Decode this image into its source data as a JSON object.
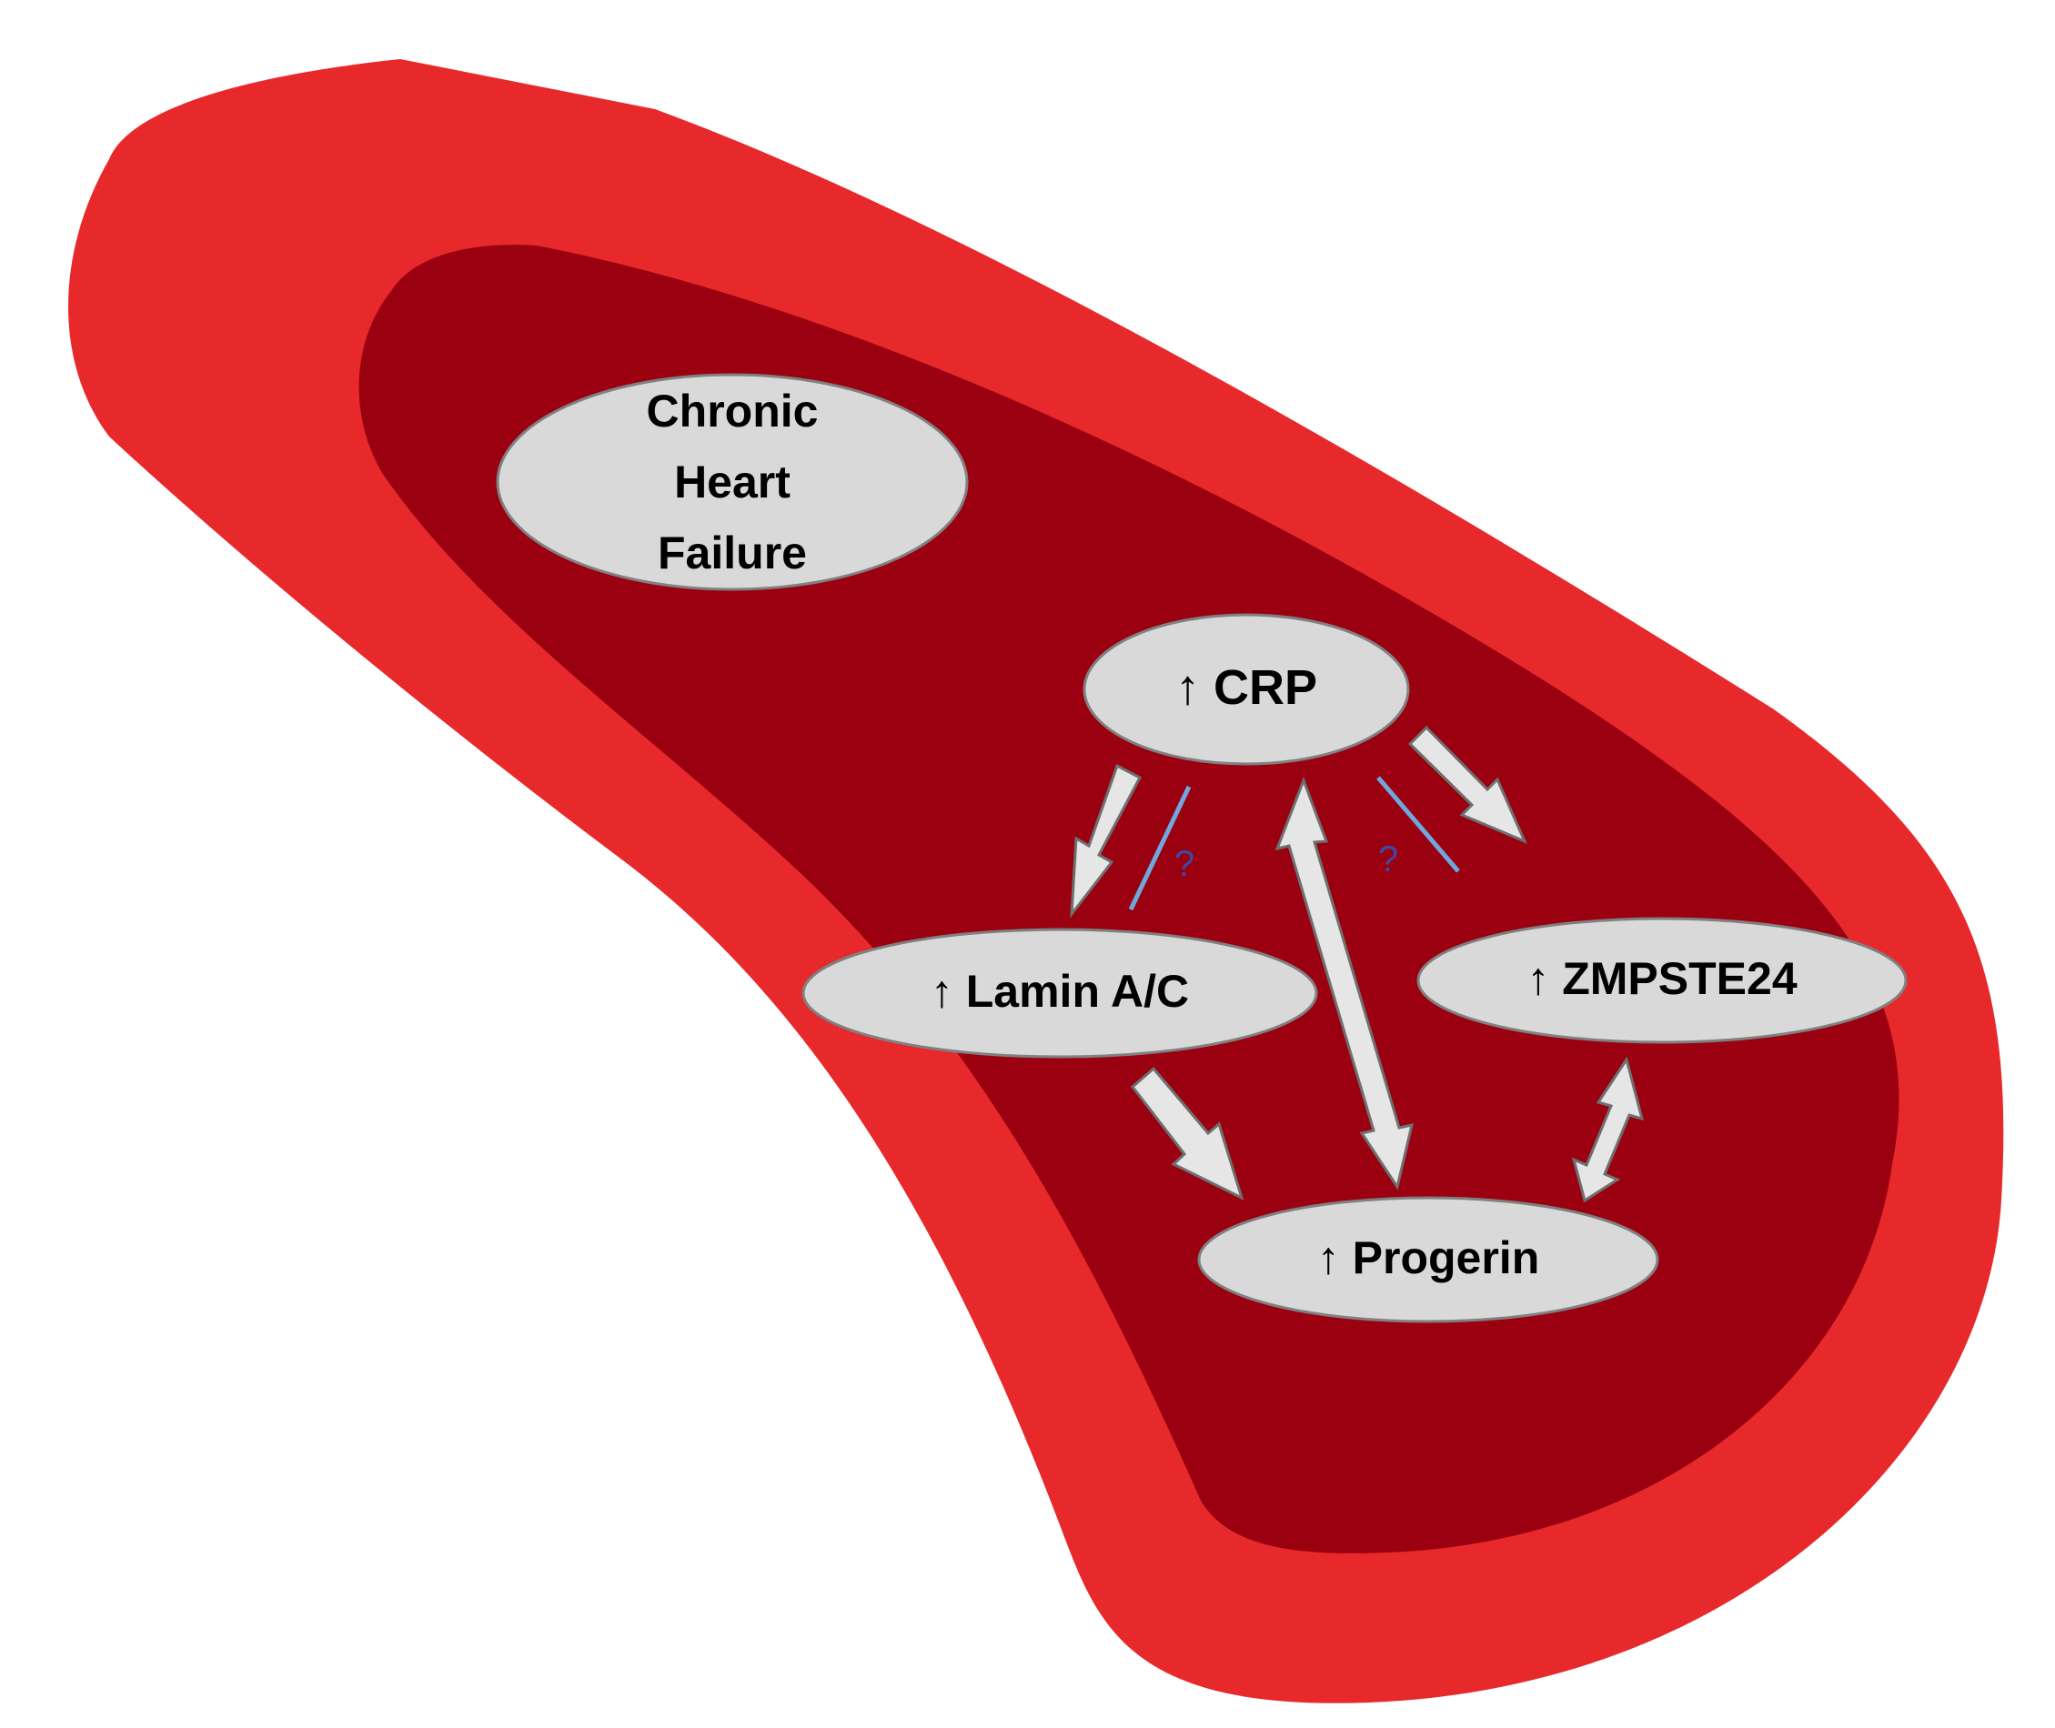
{
  "colors": {
    "vessel_wall": "#e8292b",
    "vessel_lumen": "#9b0010",
    "node_fill": "#d9d9d9",
    "arrow_fill": "#e6e6e6",
    "inhibition_line": "#6fa8dc",
    "question_mark": "#3b4aa6"
  },
  "nodes": {
    "chronic_heart_failure": {
      "lines": [
        "Chronic",
        "Heart",
        "Failure"
      ]
    },
    "crp": {
      "label": "↑ CRP"
    },
    "lamin": {
      "label": "↑ Lamin A/C"
    },
    "zmpste24": {
      "label": "↑ ZMPSTE24"
    },
    "progerin": {
      "label": "↑ Progerin"
    }
  },
  "relations": [
    {
      "from": "CRP",
      "to": "Lamin A/C",
      "kind": "arrow"
    },
    {
      "from": "Lamin A/C",
      "to": "CRP",
      "kind": "uncertain",
      "mark": "?"
    },
    {
      "from": "CRP",
      "to": "ZMPSTE24",
      "kind": "arrow"
    },
    {
      "from": "ZMPSTE24",
      "to": "CRP",
      "kind": "uncertain",
      "mark": "?"
    },
    {
      "from": "CRP",
      "to": "Progerin",
      "kind": "double-arrow"
    },
    {
      "from": "Lamin A/C",
      "to": "Progerin",
      "kind": "arrow"
    },
    {
      "from": "ZMPSTE24",
      "to": "Progerin",
      "kind": "double-arrow"
    }
  ],
  "icons": {
    "background": "blood-vessel-icon",
    "up_arrow": "up-arrow-icon"
  }
}
